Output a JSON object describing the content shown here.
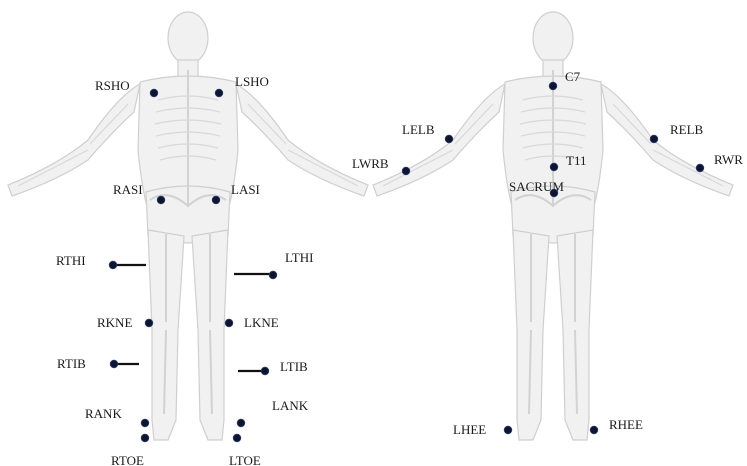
{
  "front_markers": [
    "RSHO",
    "LSHO",
    "RASI",
    "LASI",
    "RTHI",
    "LTHI",
    "RKNE",
    "LKNE",
    "RTIB",
    "LTIB",
    "RANK",
    "LANK",
    "RTOE",
    "LTOE"
  ],
  "back_markers": [
    "C7",
    "LELB",
    "RELB",
    "LWRB",
    "RWR",
    "T11",
    "SACRUM",
    "LHEE",
    "RHEE"
  ],
  "colors": {
    "marker": "#0d1530",
    "line": "#111111",
    "body": "#f1f1f1",
    "outline": "#cfcfcf"
  }
}
